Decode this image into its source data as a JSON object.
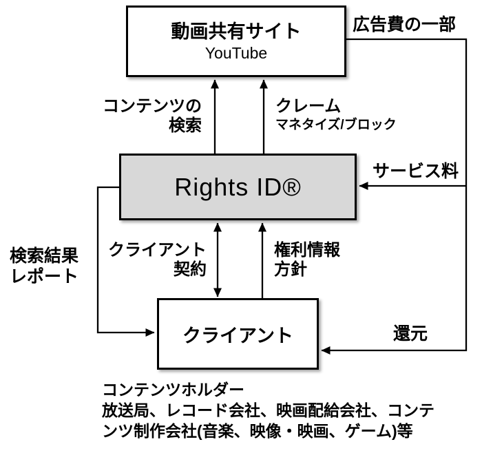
{
  "colors": {
    "background": "#ffffff",
    "line": "#000000",
    "text": "#000000",
    "rights_box_fill": "#d8d8d8",
    "node_fill": "#ffffff"
  },
  "nodes": {
    "video_site": {
      "title": "動画共有サイト",
      "subtitle": "YouTube"
    },
    "rights_id": {
      "title": "Rights ID®"
    },
    "client": {
      "title": "クライアント"
    }
  },
  "edge_labels": {
    "ad_fee": "広告費の一部",
    "content_search": {
      "line1": "コンテンツの",
      "line2": "検索"
    },
    "claim": {
      "line1": "クレーム",
      "line2": "マネタイズ/ブロック"
    },
    "service_fee": "サービス料",
    "search_report": {
      "line1": "検索結果",
      "line2": "レポート"
    },
    "client_contract": {
      "line1": "クライアント",
      "line2": "契約"
    },
    "rights_info": {
      "line1": "権利情報",
      "line2": "方針"
    },
    "return": "還元"
  },
  "footnote": {
    "lines": [
      "コンテンツホルダー",
      "放送局、レコード会社、映画配給会社、コンテ",
      "ンツ制作会社(音楽、映像・映画、ゲーム)等"
    ]
  }
}
